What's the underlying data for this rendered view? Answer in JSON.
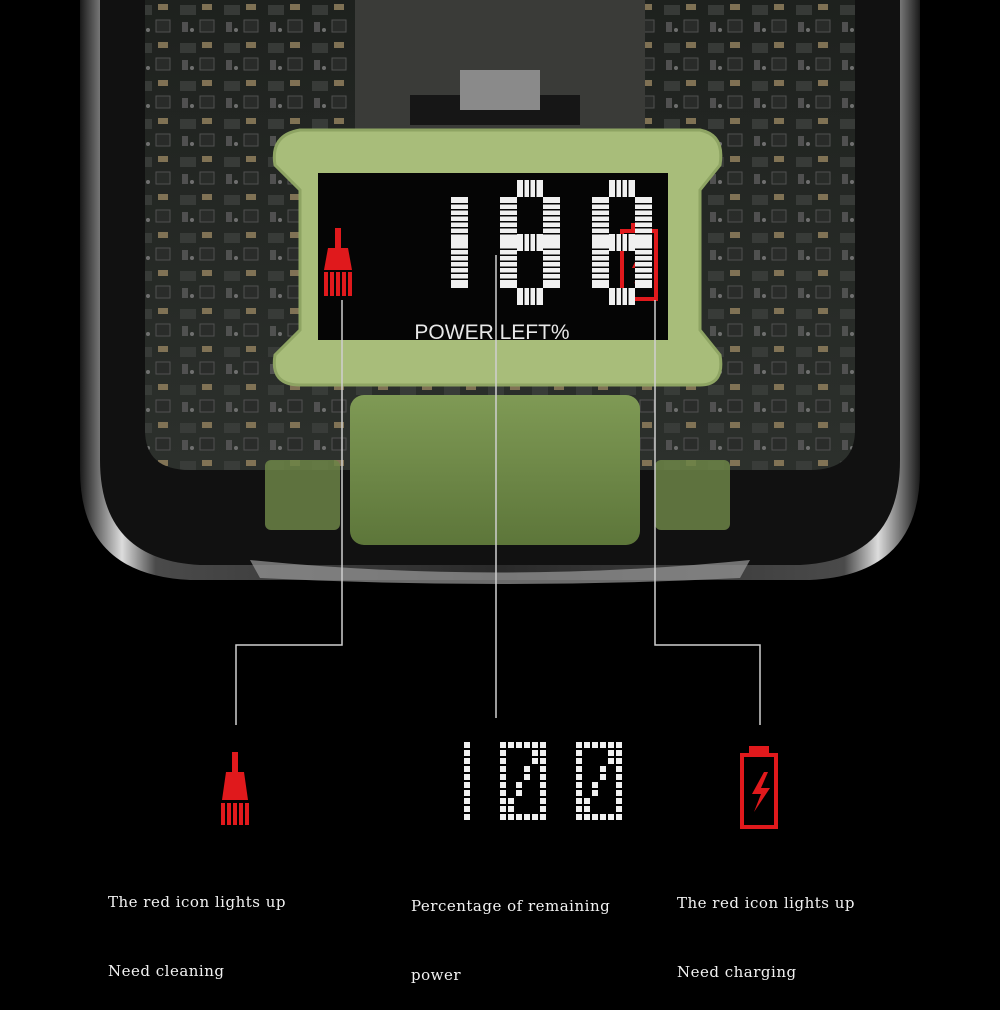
{
  "display": {
    "lcd_digits": "188",
    "lcd_label": "POWER LEFT%",
    "big_digits": "100"
  },
  "legends": [
    {
      "icon": "brush-icon",
      "line1": "The red icon lights up",
      "line2": "Need cleaning"
    },
    {
      "icon": "percent-digits",
      "line1": "Percentage of remaining",
      "line2": "power"
    },
    {
      "icon": "battery-icon",
      "line1": "The red icon lights up",
      "line2": "Need charging"
    }
  ],
  "colors": {
    "background": "#000000",
    "accent_red": "#e0191c",
    "frame_green": "#a8bd7a",
    "segment_white": "#f0f0f0",
    "callout_line": "#cfcfcf"
  }
}
